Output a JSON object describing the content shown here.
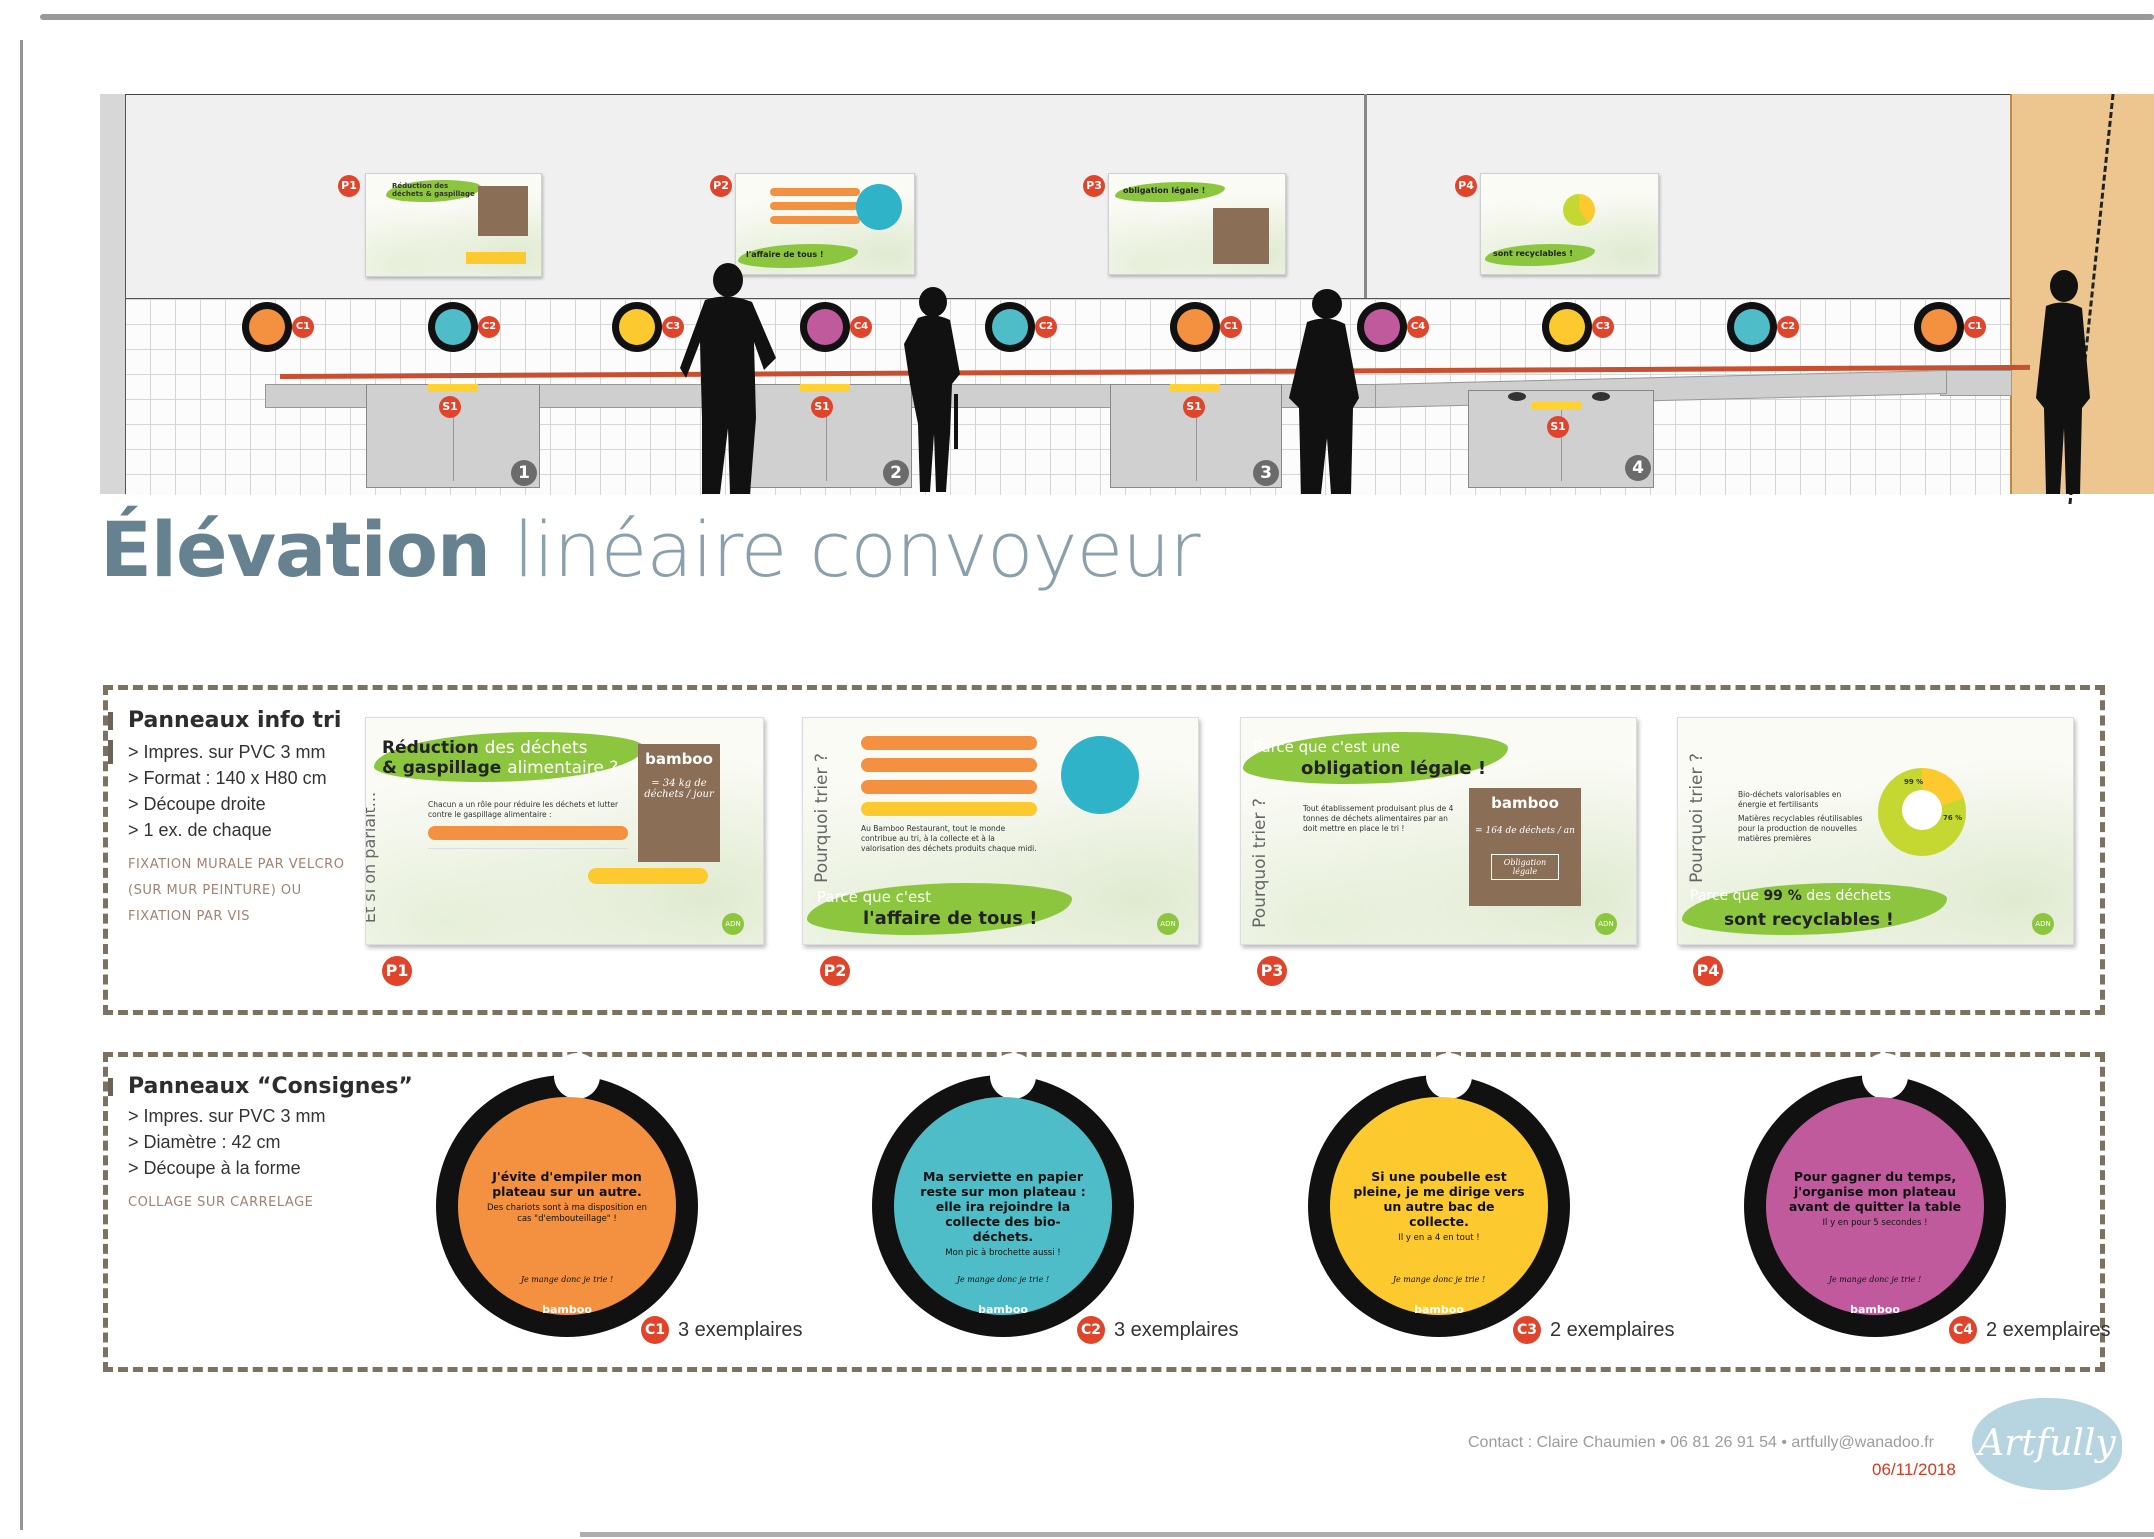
{
  "elevation": {
    "title_bold": "Élévation",
    "title_light": "linéaire convoyeur",
    "wall_panels": [
      {
        "tag": "P1",
        "heading": "Réduction des déchets & gaspillage"
      },
      {
        "tag": "P2",
        "heading": "l'affaire de tous !"
      },
      {
        "tag": "P3",
        "heading": "obligation légale !"
      },
      {
        "tag": "P4",
        "heading": "sont recyclables !"
      }
    ],
    "tile_stickers": [
      "C1",
      "C2",
      "C3",
      "C4",
      "C2",
      "C1",
      "C4",
      "C3",
      "C2",
      "C1"
    ],
    "station_tag": "S1",
    "stations": [
      "1",
      "2",
      "3",
      "4"
    ]
  },
  "info_panels": {
    "title": "Panneaux info tri",
    "bullets": [
      "> Impres. sur PVC 3 mm",
      "> Format : 140 x H80 cm",
      "> Découpe droite",
      "> 1 ex. de chaque"
    ],
    "note": "FIXATION MURALE PAR VELCRO (SUR MUR PEINTURE) OU FIXATION PAR VIS",
    "panels": [
      {
        "tag": "P1",
        "headline_bold": "Réduction",
        "headline_light": "des déchets",
        "headline_bold2": "& gaspillage",
        "headline_light2": "alimentaire ?",
        "side": "Et si on parlait...",
        "brand": "bamboo",
        "stat": "= 34 kg de déchets / jour",
        "body": "Chacun a un rôle pour réduire les déchets et lutter contre le gaspillage alimentaire :",
        "badge": "ADN"
      },
      {
        "tag": "P2",
        "side": "Pourquoi trier ?",
        "headline_light": "Parce que c'est",
        "headline_bold": "l'affaire de tous !",
        "body": "Au Bamboo Restaurant, tout le monde contribue au tri, à la collecte et à la valorisation des déchets produits chaque midi.",
        "badge": "ADN"
      },
      {
        "tag": "P3",
        "side": "Pourquoi trier ?",
        "headline_light": "Parce que c'est une",
        "headline_bold": "obligation légale !",
        "brand": "bamboo",
        "stat": "= 164 de déchets / an",
        "stat2": "Obligation légale",
        "body": "Tout établissement produisant plus de 4 tonnes de déchets alimentaires par an doit mettre en place le tri !",
        "badge": "ADN"
      },
      {
        "tag": "P4",
        "side": "Pourquoi trier ?",
        "headline_light": "Parce que",
        "headline_bold": "99 %",
        "headline_light2": "des déchets",
        "headline_bold2": "sont recyclables !",
        "item1": "Bio-déchets valorisables en énergie et fertilisants",
        "item2": "Matières recyclables réutilisables pour la production de nouvelles matières premières",
        "pct1": "99 %",
        "pct2": "76 %",
        "badge": "ADN"
      }
    ]
  },
  "consignes": {
    "title": "Panneaux “Consignes”",
    "bullets": [
      "> Impres. sur PVC 3 mm",
      "> Diamètre : 42 cm",
      "> Découpe à la forme"
    ],
    "note": "COLLAGE SUR CARRELAGE",
    "items": [
      {
        "tag": "C1",
        "color": "#f39140",
        "bold": "J'évite d'empiler mon plateau sur un autre.",
        "small": "Des chariots sont à ma disposition en cas \"d'embouteillage\" !",
        "footer": "Je mange donc je trie !",
        "brand": "bamboo",
        "count": "3 exemplaires"
      },
      {
        "tag": "C2",
        "color": "#4fbdc8",
        "bold": "Ma serviette en papier reste sur mon plateau : elle ira rejoindre la collecte des bio-déchets.",
        "small": "Mon pic à brochette aussi !",
        "footer": "Je mange donc je trie !",
        "brand": "bamboo",
        "count": "3 exemplaires"
      },
      {
        "tag": "C3",
        "color": "#fcc92e",
        "bold": "Si une poubelle est pleine, je me dirige vers un autre bac de collecte.",
        "small": "Il y en a 4 en tout !",
        "footer": "Je mange donc je trie !",
        "brand": "bamboo",
        "count": "2 exemplaires"
      },
      {
        "tag": "C4",
        "color": "#c15a9c",
        "bold": "Pour gagner du temps, j'organise mon plateau avant de quitter la table",
        "small": "Il y en pour 5 secondes !",
        "footer": "Je mange donc je trie !",
        "brand": "bamboo",
        "count": "2 exemplaires"
      }
    ]
  },
  "footer": {
    "contact": "Contact : Claire Chaumien • 06 81 26 91 54 • artfully@wanadoo.fr",
    "date": "06/11/2018",
    "logo": "Artfully"
  },
  "colors": {
    "accent_red": "#e0452c",
    "title_blue": "#66818f",
    "dash_brown": "#7d7262",
    "leaf_green": "#8cc63f"
  }
}
